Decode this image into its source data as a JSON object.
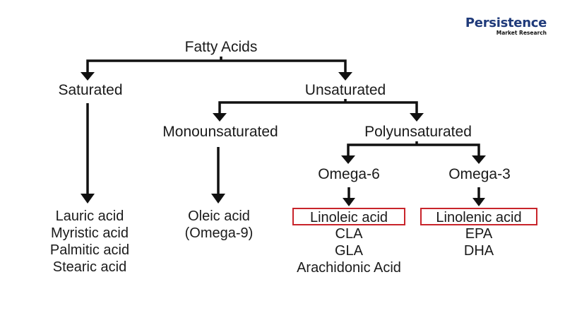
{
  "brand": {
    "name": "Persistence",
    "tagline": "Market Research",
    "color": "#1f3a7a"
  },
  "diagram": {
    "root": "Fatty Acids",
    "saturated": {
      "label": "Saturated",
      "examples": [
        "Lauric acid",
        "Myristic acid",
        "Palmitic acid",
        "Stearic acid"
      ]
    },
    "unsaturated": {
      "label": "Unsaturated",
      "monounsaturated": {
        "label": "Monounsaturated",
        "examples": [
          "Oleic acid",
          "(Omega-9)"
        ]
      },
      "polyunsaturated": {
        "label": "Polyunsaturated",
        "omega6": {
          "label": "Omega-6",
          "highlighted": "Linoleic acid",
          "examples": [
            "CLA",
            "GLA",
            "Arachidonic Acid"
          ]
        },
        "omega3": {
          "label": "Omega-3",
          "highlighted": "Linolenic acid",
          "examples": [
            "EPA",
            "DHA"
          ]
        }
      }
    },
    "highlight_color": "#c8242b",
    "line_color": "#111111"
  }
}
